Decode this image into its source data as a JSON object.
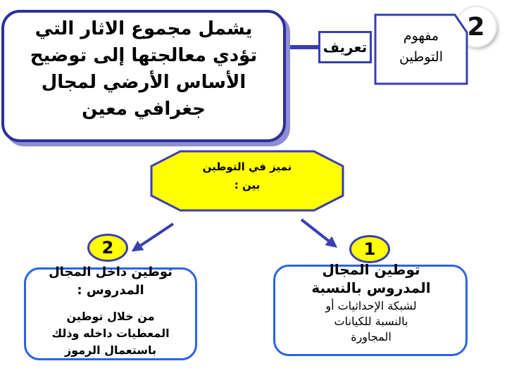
{
  "number_badge": "2",
  "concept": {
    "line1": "مفهوم",
    "line2": "التوطين"
  },
  "definition_tag": "تعريف",
  "definition": {
    "line1": "يشمل مجموع الاثار التي",
    "line2": "تؤدي معالجتها إلى توضيح",
    "line3": "الأساس الأرضي لمجال",
    "line4": "جغرافي معين"
  },
  "distinguish": {
    "line1": "نميز في التوطين",
    "line2": "بين :"
  },
  "branch_left": {
    "number": "2",
    "title1": "توطين داخل المجال",
    "title2": "المدروس :",
    "body1": "من خلال توطين",
    "body2": "المعطيات داخله وذلك",
    "body3": "باستعمال الرموز"
  },
  "branch_right": {
    "number": "1",
    "title1": "توطين المجال",
    "title2": "المدروس بالنسبة",
    "body1": "لشبكة الإحداثيات أو",
    "body2": "بالنسبة للكيانات",
    "body3": "المجاورة"
  },
  "colors": {
    "dark_blue": "#2d2fa0",
    "bright_blue": "#2b62e6",
    "yellow": "#ffff00"
  }
}
